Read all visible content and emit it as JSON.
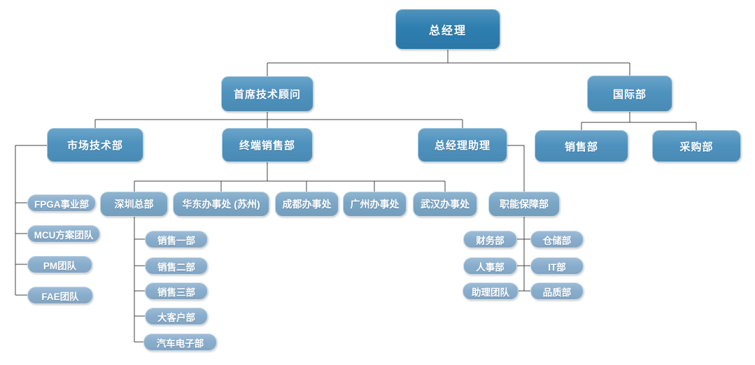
{
  "diagram_type": "organization-chart",
  "colors": {
    "bg": "#ffffff",
    "level1": "#2e7eb0",
    "level2": "#4e92be",
    "office": "#7aa6c6",
    "leaf": "#89aecd",
    "line": "#404040",
    "text": "#ffffff"
  },
  "nodes": {
    "gm": {
      "label": "总经理"
    },
    "cto": {
      "label": "首席技术顾问"
    },
    "intl": {
      "label": "国际部"
    },
    "market_tech": {
      "label": "市场技术部"
    },
    "terminal_sales": {
      "label": "终端销售部"
    },
    "gm_assistant": {
      "label": "总经理助理"
    },
    "intl_sales": {
      "label": "销售部"
    },
    "intl_purchase": {
      "label": "采购部"
    },
    "fpga": {
      "label": "FPGA事业部"
    },
    "mcu": {
      "label": "MCU方案团队"
    },
    "pm": {
      "label": "PM团队"
    },
    "fae": {
      "label": "FAE团队"
    },
    "shenzhen_hq": {
      "label": "深圳总部"
    },
    "huadong": {
      "label": "华东办事处 (苏州)"
    },
    "chengdu": {
      "label": "成都办事处"
    },
    "guangzhou": {
      "label": "广州办事处"
    },
    "wuhan": {
      "label": "武汉办事处"
    },
    "support": {
      "label": "职能保障部"
    },
    "sales1": {
      "label": "销售一部"
    },
    "sales2": {
      "label": "销售二部"
    },
    "sales3": {
      "label": "销售三部"
    },
    "key_account": {
      "label": "大客户部"
    },
    "auto_elec": {
      "label": "汽车电子部"
    },
    "finance": {
      "label": "财务部"
    },
    "warehouse": {
      "label": "仓储部"
    },
    "hr": {
      "label": "人事部"
    },
    "it": {
      "label": "IT部"
    },
    "assistant_team": {
      "label": "助理团队"
    },
    "quality": {
      "label": "品质部"
    }
  },
  "structure": {
    "gm": [
      "cto",
      "intl"
    ],
    "cto": [
      "market_tech",
      "terminal_sales",
      "gm_assistant"
    ],
    "intl": [
      "intl_sales",
      "intl_purchase"
    ],
    "market_tech": [
      "fpga",
      "mcu",
      "pm",
      "fae"
    ],
    "terminal_sales": [
      "shenzhen_hq",
      "huadong",
      "chengdu",
      "guangzhou",
      "wuhan"
    ],
    "gm_assistant": [
      "support"
    ],
    "shenzhen_hq": [
      "sales1",
      "sales2",
      "sales3",
      "key_account",
      "auto_elec"
    ],
    "support": [
      "finance",
      "warehouse",
      "hr",
      "it",
      "assistant_team",
      "quality"
    ]
  }
}
